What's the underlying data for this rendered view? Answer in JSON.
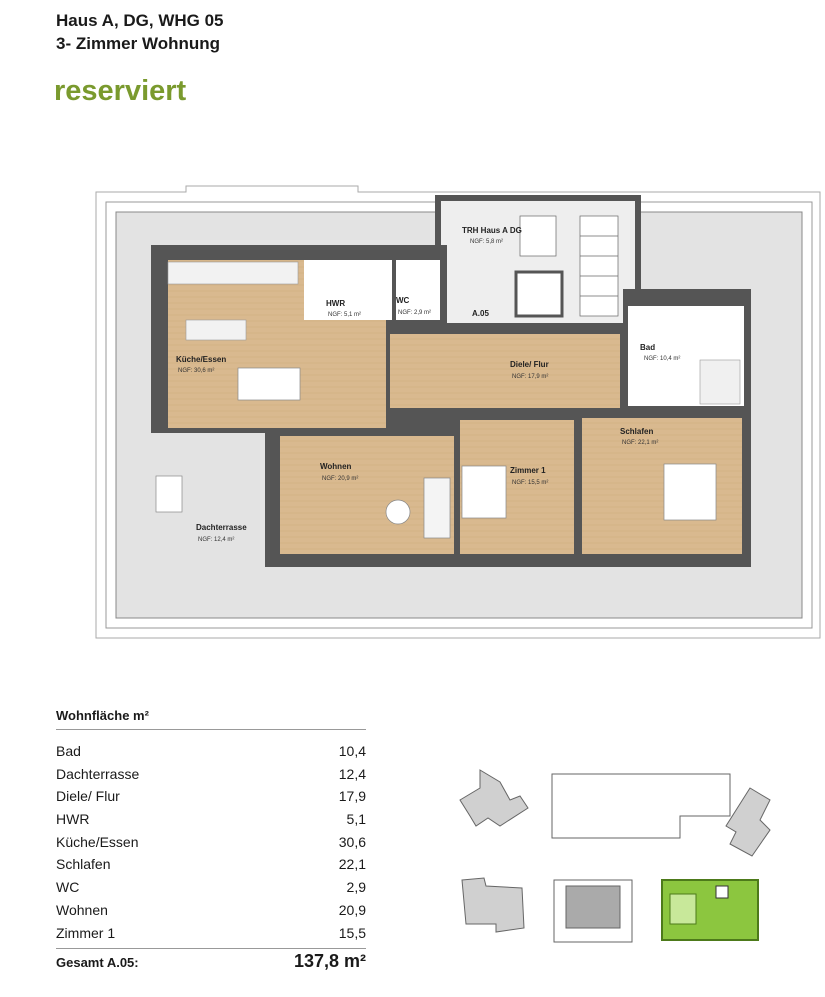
{
  "header": {
    "title_line1": "Haus A, DG, WHG 05",
    "title_line2": "3- Zimmer Wohnung",
    "status": "reserviert"
  },
  "rooms": [
    {
      "name": "TRH Haus A DG",
      "ngf": "NGF: 5,8 m²"
    },
    {
      "name": "HWR",
      "ngf": "NGF: 5,1 m²"
    },
    {
      "name": "WC",
      "ngf": "NGF: 2,9 m²"
    },
    {
      "name": "A.05",
      "ngf": ""
    },
    {
      "name": "Küche/Essen",
      "ngf": "NGF: 30,6 m²"
    },
    {
      "name": "Diele/ Flur",
      "ngf": "NGF: 17,9 m²"
    },
    {
      "name": "Bad",
      "ngf": "NGF: 10,4 m²"
    },
    {
      "name": "Schlafen",
      "ngf": "NGF: 22,1 m²"
    },
    {
      "name": "Wohnen",
      "ngf": "NGF: 20,9 m²"
    },
    {
      "name": "Zimmer 1",
      "ngf": "NGF: 15,5 m²"
    },
    {
      "name": "Dachterrasse",
      "ngf": "NGF: 12,4 m²"
    }
  ],
  "area_table": {
    "title": "Wohnfläche m²",
    "rows": [
      {
        "label": "Bad",
        "value": "10,4"
      },
      {
        "label": "Dachterrasse",
        "value": "12,4"
      },
      {
        "label": "Diele/ Flur",
        "value": "17,9"
      },
      {
        "label": "HWR",
        "value": "5,1"
      },
      {
        "label": "Küche/Essen",
        "value": "30,6"
      },
      {
        "label": "Schlafen",
        "value": "22,1"
      },
      {
        "label": "WC",
        "value": "2,9"
      },
      {
        "label": "Wohnen",
        "value": "20,9"
      },
      {
        "label": "Zimmer 1",
        "value": "15,5"
      }
    ],
    "total_label": "Gesamt A.05:",
    "total_value": "137,8 m²"
  },
  "colors": {
    "status_green": "#7a9a2e",
    "floor_wood": "#d9b98f",
    "wall": "#555555",
    "terrace": "#e3e3e3",
    "highlight_green": "#8cc63f"
  }
}
